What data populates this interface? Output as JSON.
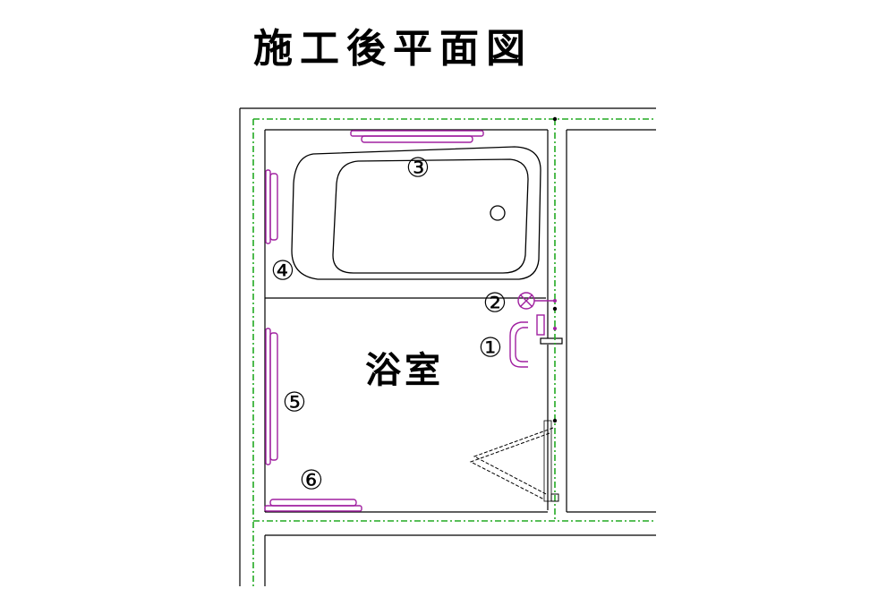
{
  "title": "施工後平面図",
  "room_label": "浴室",
  "markers": [
    "①",
    "②",
    "③",
    "④",
    "⑤",
    "⑥"
  ],
  "colors": {
    "handrail": "#a020a0",
    "centerline": "#22aa22",
    "wall": "#000000"
  }
}
